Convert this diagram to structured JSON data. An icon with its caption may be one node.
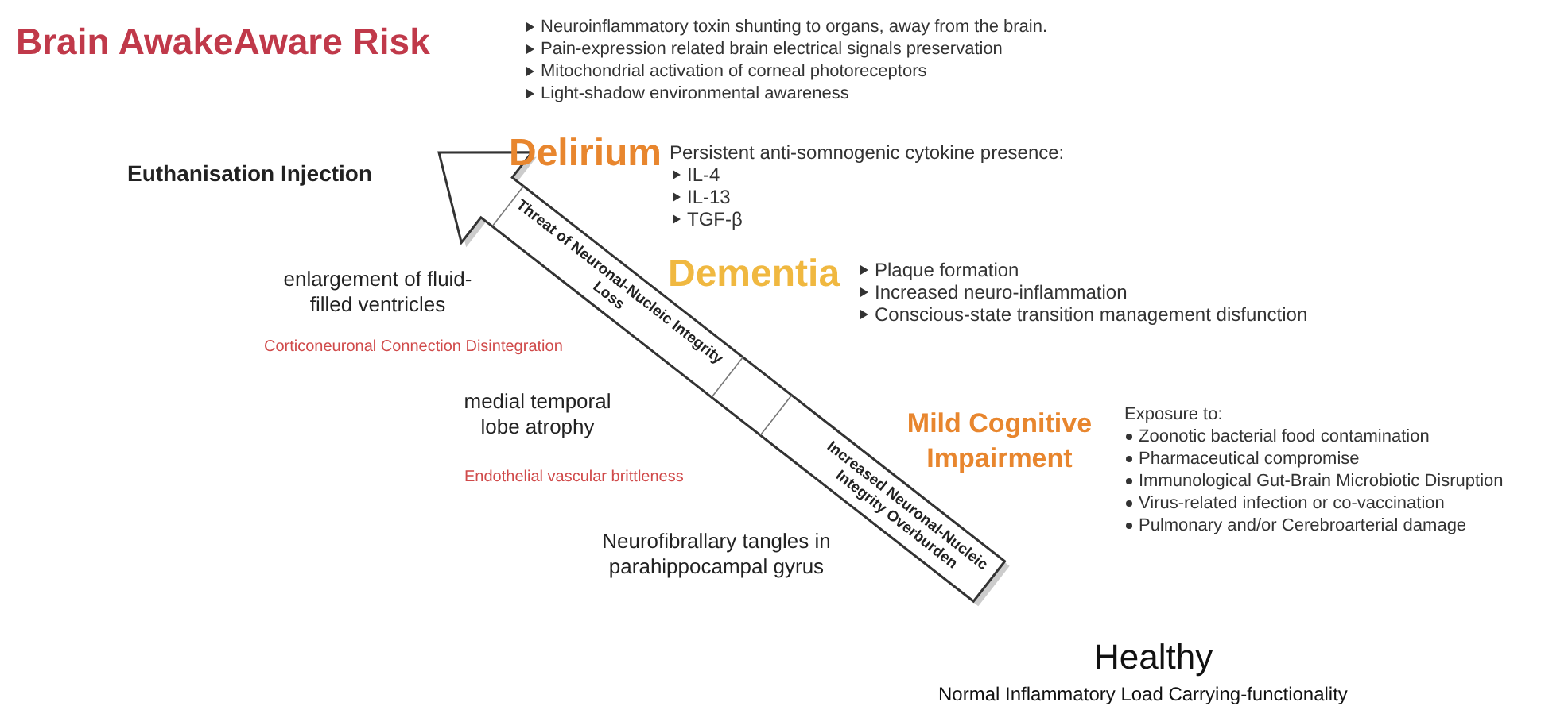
{
  "diagram": {
    "title": "Brain AwakeAware Risk",
    "nodes": [
      {
        "text": [
          "Threat of Neuronal-Nucleic Integrity Loss",
          "Increased Neuronal-Nucleic Integrity Overburden"
        ]
      }
    ],
    "edges": [],
    "labels": [
      "Neuroinflammatory toxin shunting to organs, away from the brain.",
      "Pain-expression related  brain electrical signals preservation",
      "Mitochondrial activation of corneal photoreceptors",
      "Light-shadow environmental awareness",
      "Euthanisation Injection",
      "Delirium",
      "Persistent anti-somnogenic cytokine presence:",
      "IL-4",
      "IL-13",
      "TGF-β",
      "enlargement of fluid-filled ventricles",
      "Dementia",
      "Plaque formation",
      "Increased neuro-inflammation",
      "Conscious-state transition management disfunction",
      "Corticoneuronal Connection Disintegration",
      "medial temporal lobe atrophy",
      "Mild Cognitive Impairment",
      "Exposure to:",
      "Zoonotic bacterial food contamination",
      "Pharmaceutical compromise",
      "Immunological Gut-Brain Microbiotic Disruption",
      "Virus-related infection or co-vaccination",
      "Pulmonary and/or Cerebroarterial damage",
      "Endothelial vascular brittleness",
      "Neurofibrallary tangles in parahippocampal gyrus",
      "Healthy",
      "Normal Inflammatory Load Carrying-functionality"
    ]
  }
}
